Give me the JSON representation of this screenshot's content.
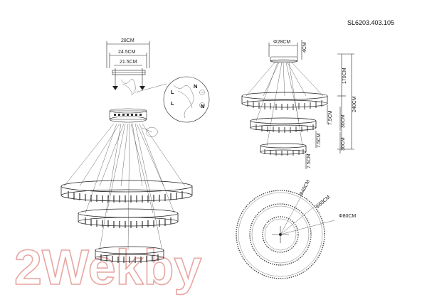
{
  "model_code": "SL6203.403.105",
  "watermark": "2Wekby",
  "front_view": {
    "dims": [
      "28CM",
      "24.5CM",
      "21.5CM"
    ],
    "wiring_labels": [
      "L",
      "N",
      "L",
      "N"
    ]
  },
  "side_view": {
    "canopy_diameter": "Φ28CM",
    "canopy_height": "4CM",
    "dims_vertical": [
      "170CM",
      "240CM",
      "7.5CM",
      "30CM",
      "7.5CM",
      "30CM",
      "7.5CM"
    ]
  },
  "top_view": {
    "diameters": [
      "Φ40CM",
      "Φ60CM",
      "Φ80CM"
    ]
  },
  "colors": {
    "line": "#222222",
    "watermark": "#e8a7a2"
  }
}
